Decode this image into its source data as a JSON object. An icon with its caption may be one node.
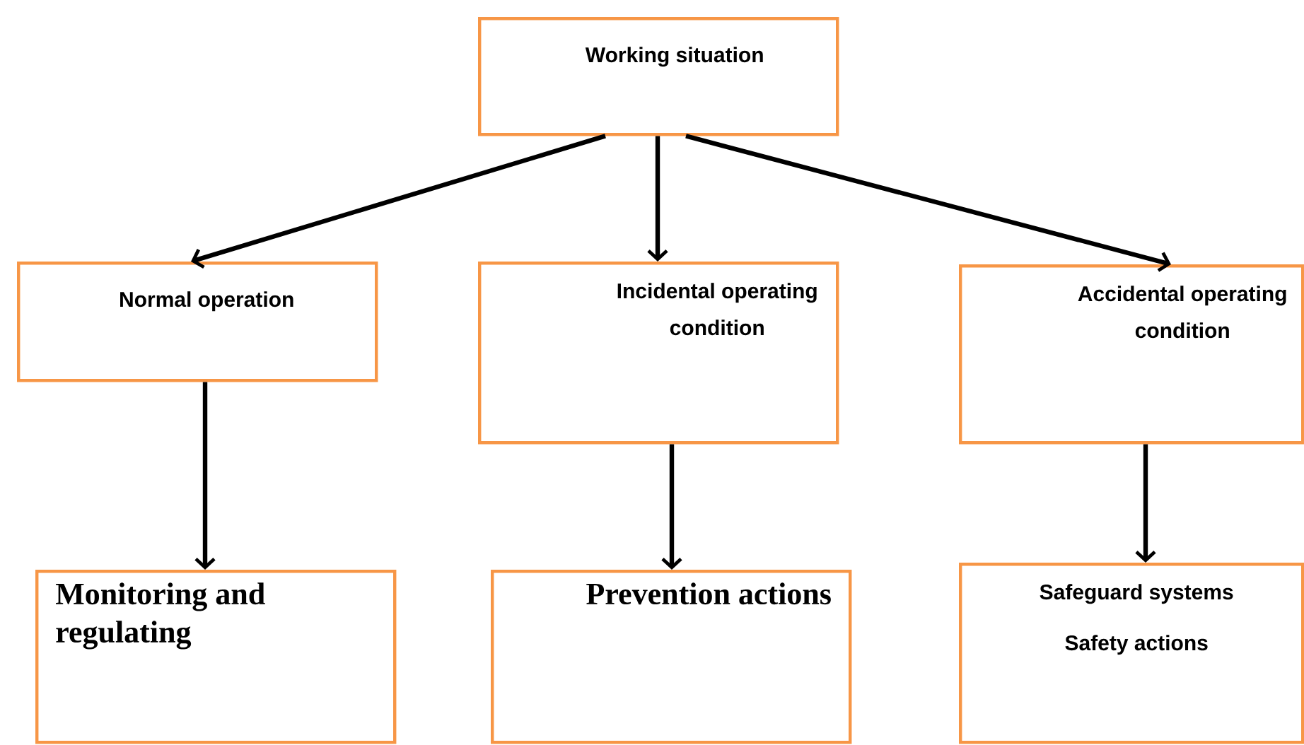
{
  "diagram": {
    "nodes": [
      {
        "text": [
          "Working situation"
        ]
      },
      {
        "text": [
          "Normal operation"
        ]
      },
      {
        "text": [
          "Incidental operating condition"
        ]
      },
      {
        "text": [
          "Accidental operating condition"
        ]
      },
      {
        "text": [
          "Monitoring and regulating"
        ]
      },
      {
        "text": [
          "Prevention actions"
        ]
      },
      {
        "text": [
          "Safeguard systems",
          "Safety actions"
        ]
      }
    ],
    "edges": [
      {
        "from": 0,
        "to": 1,
        "arrow": "to"
      },
      {
        "from": 0,
        "to": 2,
        "arrow": "to"
      },
      {
        "from": 0,
        "to": 3,
        "arrow": "to"
      },
      {
        "from": 1,
        "to": 4,
        "arrow": "to"
      },
      {
        "from": 2,
        "to": 5,
        "arrow": "to"
      },
      {
        "from": 3,
        "to": 6,
        "arrow": "to"
      }
    ]
  }
}
